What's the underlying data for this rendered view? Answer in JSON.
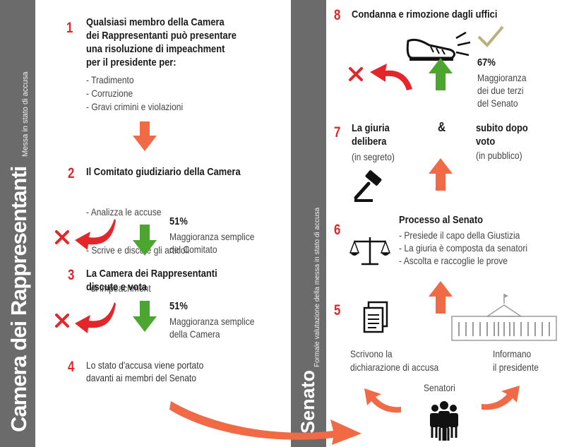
{
  "left_panel": {
    "title": "Camera dei Rappresentanti",
    "subtitle": "Messa in stato di accusa"
  },
  "right_panel": {
    "title": "Senato",
    "subtitle": "Formale valutazione della messa in stato di accusa"
  },
  "steps": [
    {
      "number": "1",
      "title_lines": [
        "Qualsiasi membro della Camera",
        "dei Rappresentanti può presentare",
        "una risoluzione di impeachment",
        "per il presidente per:"
      ],
      "items": [
        "- Tradimento",
        "- Corruzione",
        "- Gravi crimini e violazioni"
      ]
    },
    {
      "number": "2",
      "title": "Il Comitato giudiziario della Camera",
      "items": [
        "- Analizza le accuse",
        "- Scrive e discute gli articoli",
        "  di impeachment"
      ],
      "vote_percent": "51%",
      "vote_lines": [
        "Maggioranza semplice",
        "del Comitato"
      ]
    },
    {
      "number": "3",
      "title_lines": [
        "La Camera dei Rappresentanti",
        "discute e vota"
      ],
      "vote_percent": "51%",
      "vote_lines": [
        "Maggioranza semplice",
        "della Camera"
      ]
    },
    {
      "number": "4",
      "lines": [
        "Lo stato d'accusa viene portato",
        "davanti ai membri del Senato"
      ]
    },
    {
      "number": "5",
      "center_label": "Senatori",
      "left_lines": [
        "Scrivono la",
        "dichiarazione di accusa"
      ],
      "right_lines": [
        "Informano",
        "il presidente"
      ]
    },
    {
      "number": "6",
      "title": "Processo al Senato",
      "items": [
        "- Presiede il capo della Giustizia",
        "- La giuria è composta da senatori",
        "- Ascolta e raccoglie le prove"
      ]
    },
    {
      "number": "7",
      "left_bold_lines": [
        "La giuria",
        "delibera"
      ],
      "left_note": "(in segreto)",
      "ampersand": "&",
      "right_bold_lines": [
        "subito dopo",
        "voto"
      ],
      "right_note": "(in pubblico)"
    },
    {
      "number": "8",
      "title": "Condanna e rimozione dagli uffici",
      "vote_percent": "67%",
      "vote_lines": [
        "Maggioranza",
        "dei due terzi",
        "del Senato"
      ]
    }
  ],
  "colors": {
    "red": "#e4262b",
    "orange": "#ef6a45",
    "green": "#4ca52f",
    "band_gray": "#6b6b6b",
    "olive_check": "#b9b07a"
  },
  "icons": [
    "cross-icon",
    "curved-arrow-icon",
    "down-arrow-icon",
    "up-arrow-icon",
    "shoe-kick-icon",
    "check-icon",
    "gavel-icon",
    "scales-icon",
    "document-icon",
    "capitol-building-icon",
    "people-icon"
  ]
}
